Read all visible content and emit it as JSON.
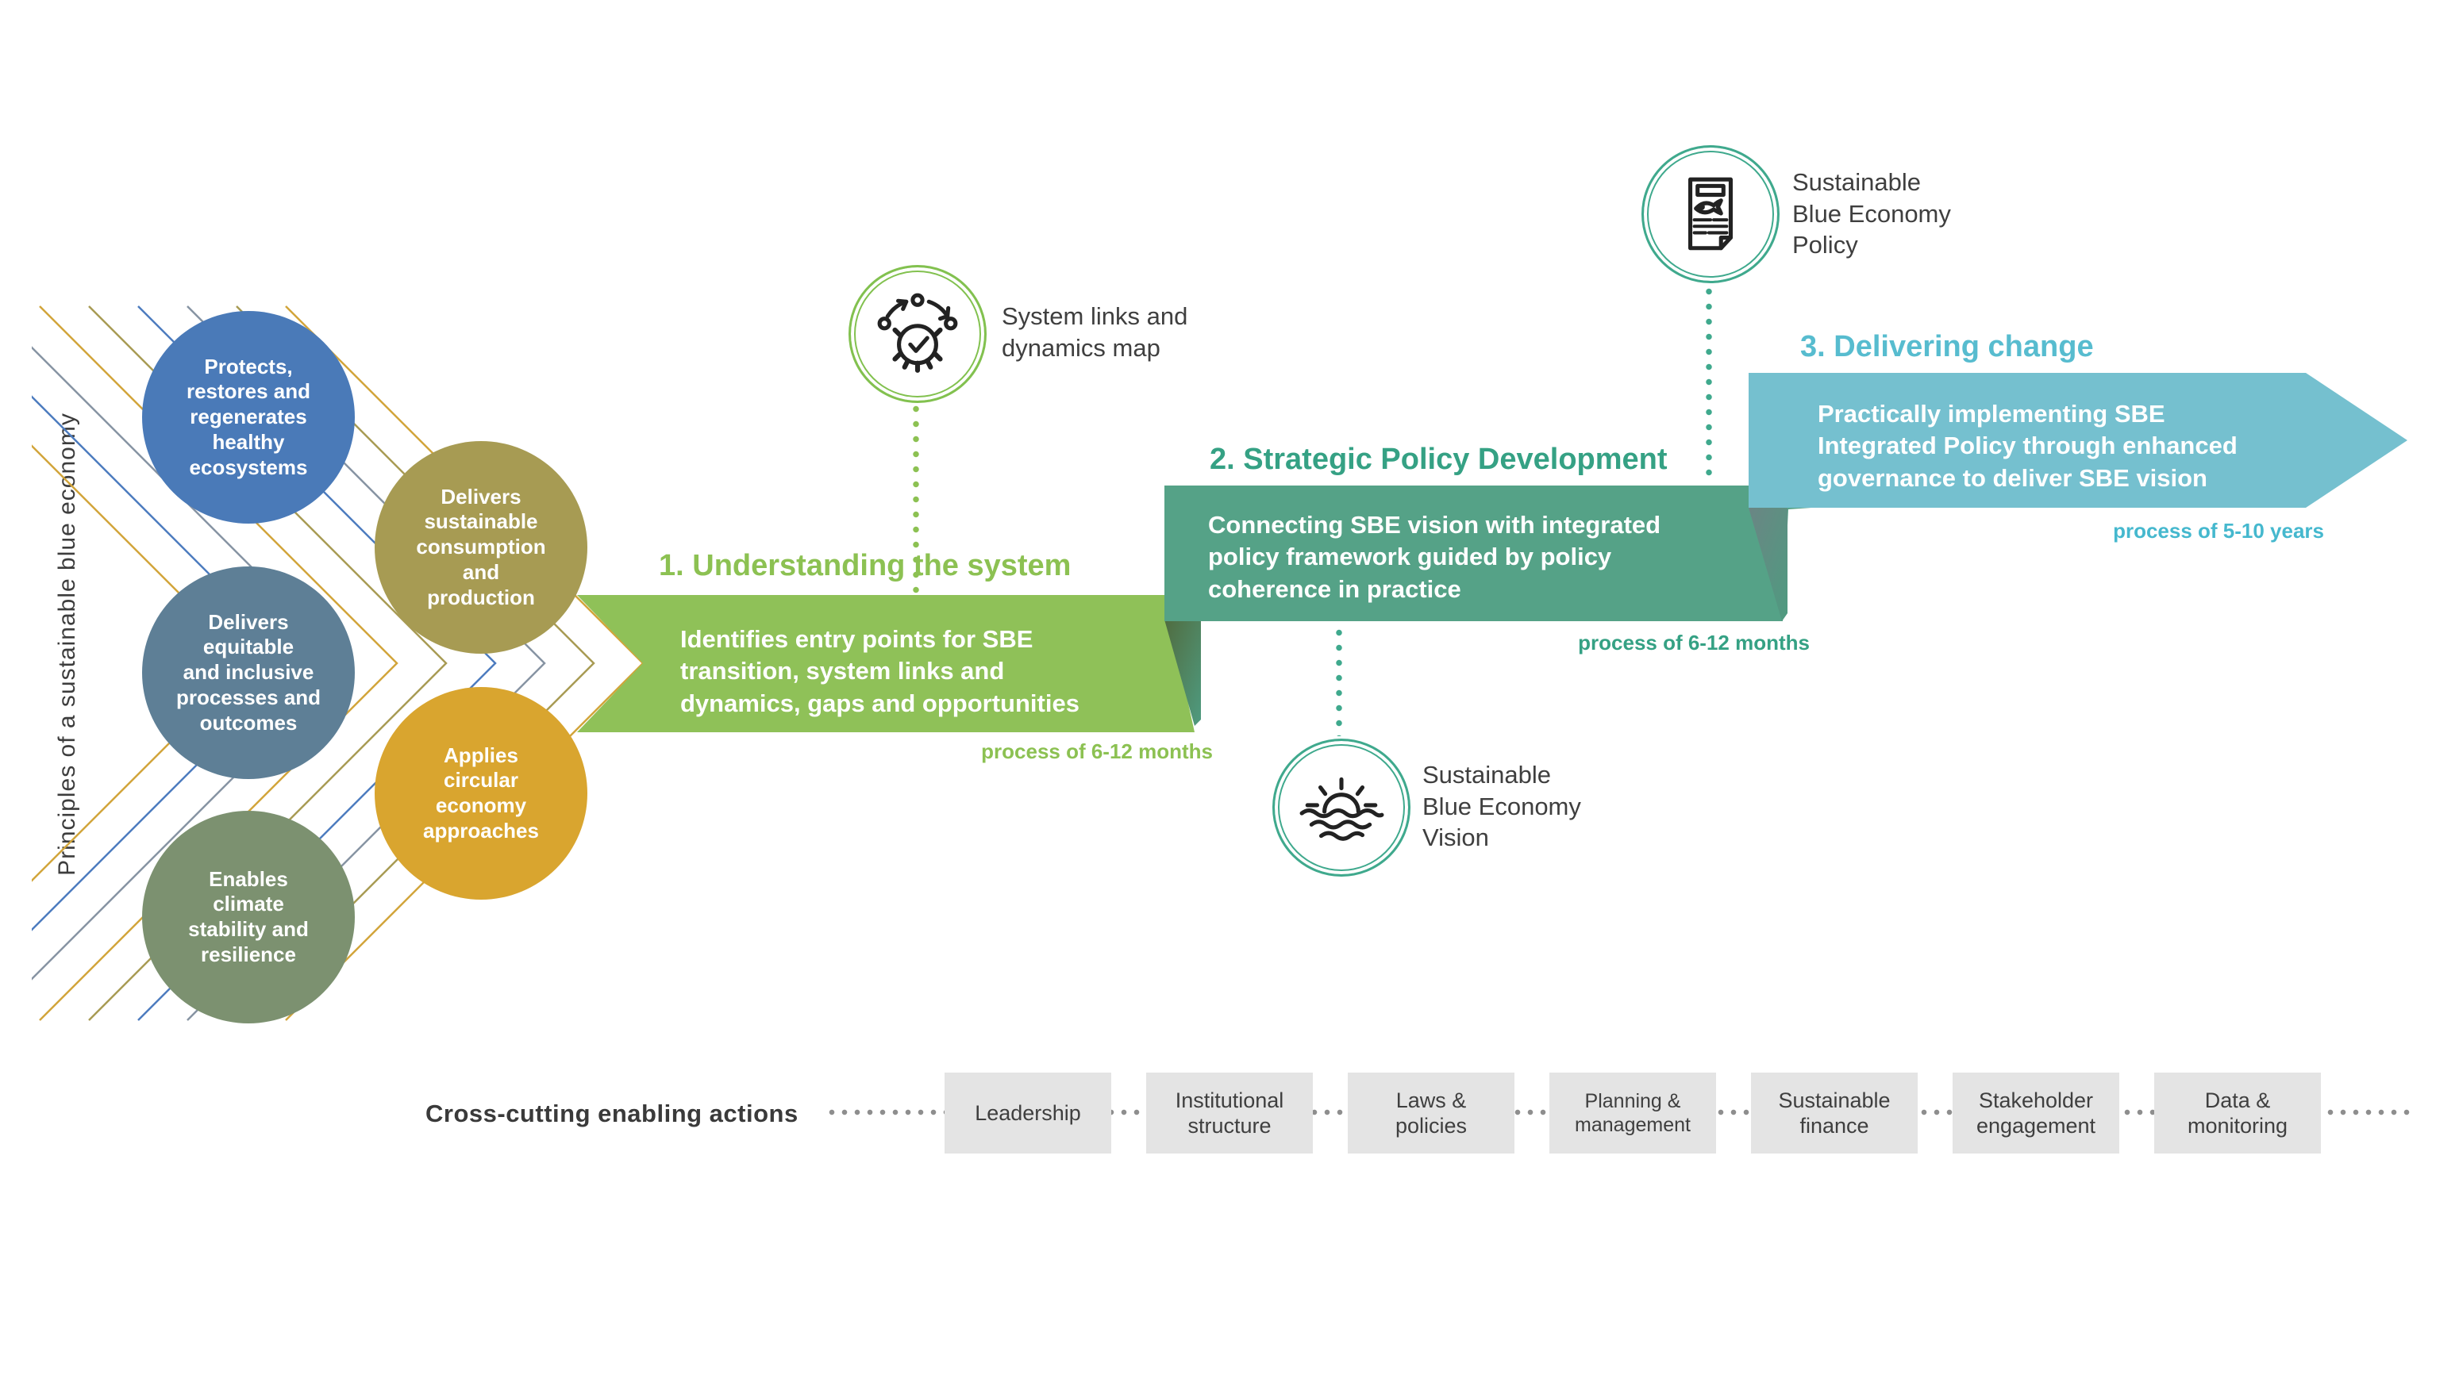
{
  "principles": {
    "axis_label": "Principles of a sustainable blue economy",
    "items": [
      {
        "label": "Protects,\nrestores and\nregenerates\nhealthy\necosystems",
        "color": "#4a7ab8"
      },
      {
        "label": "Delivers\nsustainable\nconsumption\nand\nproduction",
        "color": "#a79b53"
      },
      {
        "label": "Delivers\nequitable\nand inclusive\nprocesses and\noutcomes",
        "color": "#5e7f96"
      },
      {
        "label": "Applies\ncircular\neconomy\napproaches",
        "color": "#d9a52f"
      },
      {
        "label": "Enables\nclimate\nstability and\nresilience",
        "color": "#7c9170"
      }
    ]
  },
  "stages": [
    {
      "title": "1. Understanding the system",
      "body": "Identifies entry points for SBE\ntransition, system links and\ndynamics, gaps and opportunities",
      "process": "process of 6-12 months",
      "banner_color": "#8fc158",
      "accent_color": "#8cc152"
    },
    {
      "title": "2. Strategic Policy Development",
      "body": "Connecting SBE vision with integrated\npolicy framework guided by policy\ncoherence in practice",
      "process": "process of 6-12 months",
      "banner_color": "#55a287",
      "accent_color": "#35a184"
    },
    {
      "title": "3. Delivering change",
      "body": "Practically implementing SBE\nIntegrated Policy through enhanced\ngovernance to deliver SBE vision",
      "process": "process of 5-10 years",
      "banner_color": "#75c0cf",
      "accent_color": "#57bccf"
    }
  ],
  "artifacts": [
    {
      "label": "System links and\ndynamics map",
      "icon": "gear-check-icon",
      "ring_color": "#82c14f"
    },
    {
      "label": "Sustainable\nBlue Economy\nVision",
      "icon": "sunrise-waves-icon",
      "ring_color": "#3fa98d"
    },
    {
      "label": "Sustainable\nBlue Economy\nPolicy",
      "icon": "policy-document-fish-icon",
      "ring_color": "#3fa98d"
    }
  ],
  "enabling": {
    "label": "Cross-cutting enabling actions",
    "box_color": "#e4e4e4",
    "dot_color": "#8e8e8e",
    "items": [
      {
        "label": "Leadership"
      },
      {
        "label": "Institutional\nstructure"
      },
      {
        "label": "Laws &\npolicies"
      },
      {
        "label": "Planning  &\nmanagement"
      },
      {
        "label": "Sustainable\nfinance"
      },
      {
        "label": "Stakeholder\nengagement"
      },
      {
        "label": "Data &\nmonitoring"
      }
    ]
  }
}
